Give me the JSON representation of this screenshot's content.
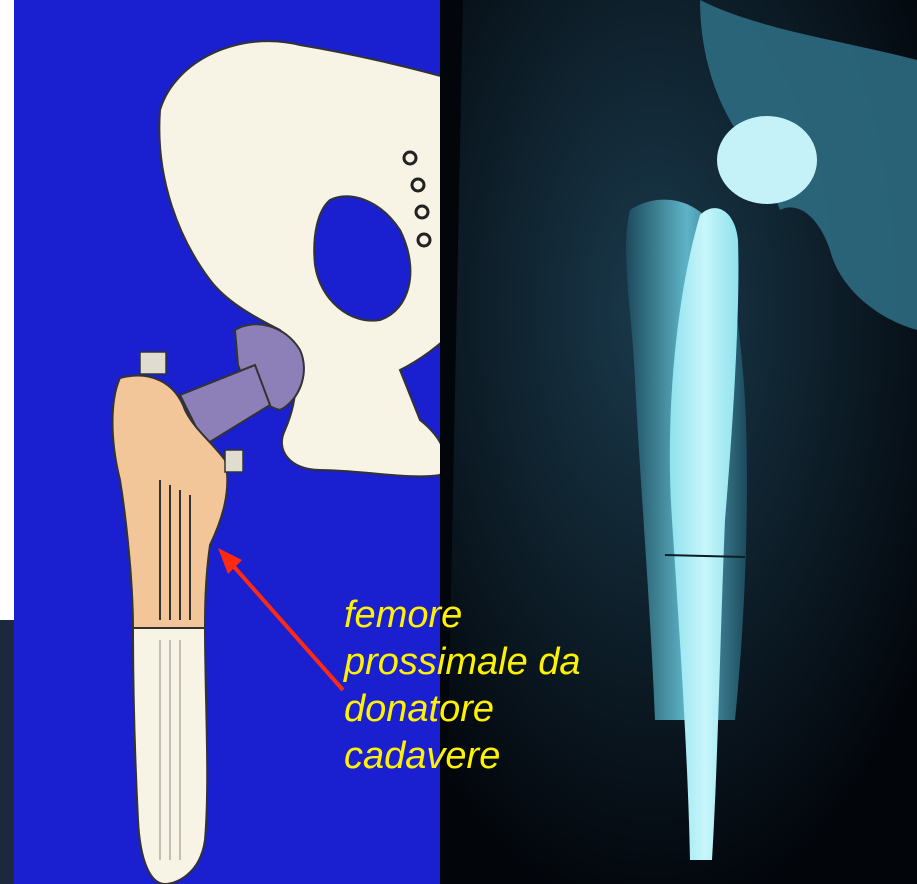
{
  "annotation": {
    "caption_lines": [
      "femore",
      "prossimale da",
      "donatore",
      "cadavere"
    ],
    "text_color": "#fff200",
    "arrow_color": "#ff2a10"
  },
  "panels": {
    "left": {
      "content": "hip-prosthesis-illustration",
      "background": "#1a1fd0"
    },
    "right": {
      "content": "hip-xray",
      "background": "#03060d"
    }
  }
}
